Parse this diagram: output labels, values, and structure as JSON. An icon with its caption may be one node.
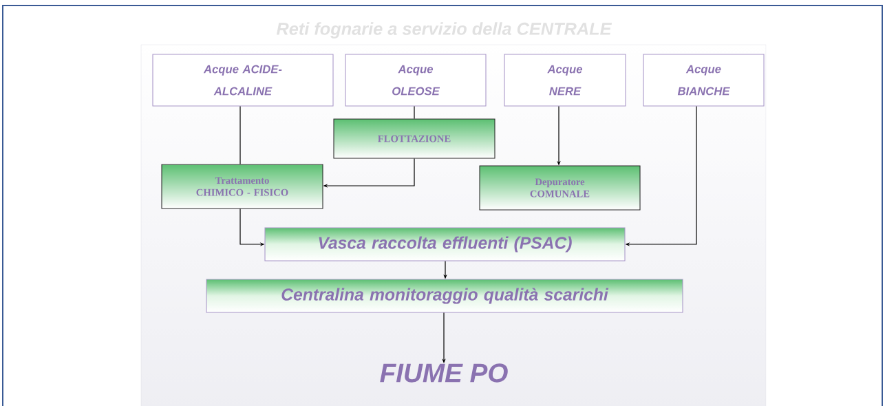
{
  "diagram": {
    "title": "Reti fognarie a servizio della CENTRALE",
    "nodes": [
      {
        "text": [
          "Acque ACIDE-ALCALINE"
        ]
      },
      {
        "text": [
          "Acque OLEOSE"
        ]
      },
      {
        "text": [
          "Acque NERE"
        ]
      },
      {
        "text": [
          "Acque BIANCHE"
        ]
      },
      {
        "text": [
          "FLOTTAZIONE"
        ]
      },
      {
        "text": [
          "Trattamento CHIMICO - FISICO"
        ]
      },
      {
        "text": [
          "Depuratore COMUNALE"
        ]
      },
      {
        "text": [
          "Vasca raccolta effluenti (PSAC)"
        ]
      },
      {
        "text": [
          "Centralina monitoraggio qualità scarichi"
        ]
      },
      {
        "text": [
          "FIUME PO"
        ]
      }
    ],
    "edges": [
      {
        "from": 0,
        "to": 5,
        "arrow": "none"
      },
      {
        "from": 1,
        "to": 4,
        "arrow": "none"
      },
      {
        "from": 4,
        "to": 5,
        "arrow": "to"
      },
      {
        "from": 2,
        "to": 6,
        "arrow": "to"
      },
      {
        "from": 5,
        "to": 7,
        "arrow": "to"
      },
      {
        "from": 3,
        "to": 7,
        "arrow": "to"
      },
      {
        "from": 7,
        "to": 8,
        "arrow": "to"
      },
      {
        "from": 8,
        "to": 9,
        "arrow": "to"
      }
    ]
  }
}
